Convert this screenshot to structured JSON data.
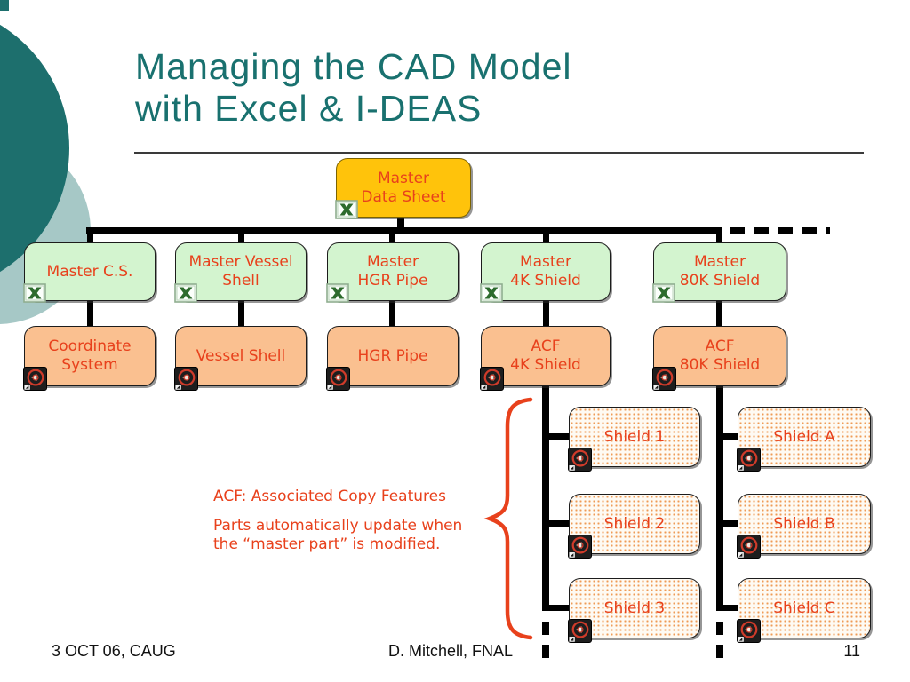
{
  "title": {
    "text": "Managing the CAD Model\nwith Excel & I-DEAS"
  },
  "tree": {
    "root": {
      "label": "Master\nData Sheet"
    },
    "masters": [
      {
        "label": "Master C.S."
      },
      {
        "label": "Master Vessel\nShell"
      },
      {
        "label": "Master\nHGR Pipe"
      },
      {
        "label": "Master\n4K Shield"
      },
      {
        "label": "Master\n80K Shield"
      }
    ],
    "parts": [
      {
        "label": "Coordinate\nSystem"
      },
      {
        "label": "Vessel Shell"
      },
      {
        "label": "HGR Pipe"
      },
      {
        "label": "ACF\n4K Shield"
      },
      {
        "label": "ACF\n80K Shield"
      }
    ],
    "shields_4k": [
      {
        "label": "Shield 1"
      },
      {
        "label": "Shield 2"
      },
      {
        "label": "Shield 3"
      }
    ],
    "shields_80k": [
      {
        "label": "Shield A"
      },
      {
        "label": "Shield B"
      },
      {
        "label": "Shield C"
      }
    ]
  },
  "annotation": {
    "line1": "ACF: Associated Copy Features",
    "line2": "Parts automatically update when the “master part” is modified."
  },
  "footer": {
    "left": "3 OCT 06, CAUG",
    "center": "D. Mitchell, FNAL",
    "page": "11"
  },
  "icons": {
    "excel": "excel-icon",
    "ideas": "ideas-app-icon"
  },
  "colors": {
    "title_teal": "#19716f",
    "decor_dark_teal": "#1d6f6d",
    "decor_light_teal": "#a6c8c6",
    "node_text_red": "#e8411c",
    "gold_fill": "#ffc30b",
    "green_fill": "#d3f4cf",
    "orange_fill": "#fac090",
    "dotted_fill": "#fefaf3",
    "connector_black": "#000000"
  }
}
